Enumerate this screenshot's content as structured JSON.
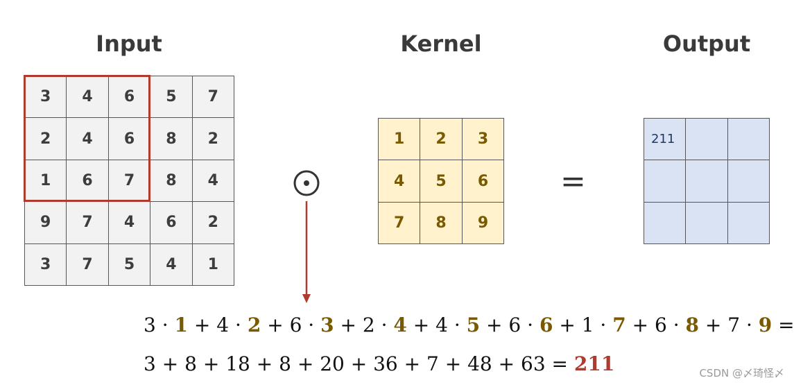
{
  "titles": {
    "input": "Input",
    "kernel": "Kernel",
    "output": "Output"
  },
  "input": [
    [
      3,
      4,
      6,
      5,
      7
    ],
    [
      2,
      4,
      6,
      8,
      2
    ],
    [
      1,
      6,
      7,
      8,
      4
    ],
    [
      9,
      7,
      4,
      6,
      2
    ],
    [
      3,
      7,
      5,
      4,
      1
    ]
  ],
  "kernel": [
    [
      1,
      2,
      3
    ],
    [
      4,
      5,
      6
    ],
    [
      7,
      8,
      9
    ]
  ],
  "output": [
    [
      "211",
      "",
      ""
    ],
    [
      "",
      "",
      ""
    ],
    [
      "",
      "",
      ""
    ]
  ],
  "operator": {
    "equals": "="
  },
  "equation": {
    "terms": [
      {
        "a": "3",
        "k": "1"
      },
      {
        "a": "4",
        "k": "2"
      },
      {
        "a": "6",
        "k": "3"
      },
      {
        "a": "2",
        "k": "4"
      },
      {
        "a": "4",
        "k": "5"
      },
      {
        "a": "6",
        "k": "6"
      },
      {
        "a": "1",
        "k": "7"
      },
      {
        "a": "6",
        "k": "8"
      },
      {
        "a": "7",
        "k": "9"
      }
    ],
    "products": [
      "3",
      "8",
      "18",
      "8",
      "20",
      "36",
      "7",
      "48",
      "63"
    ],
    "result": "211"
  },
  "watermark": "CSDN @〆琦怪〆",
  "colors": {
    "highlight": "#b03a2e",
    "kernel_fill": "#fff2cc",
    "output_fill": "#dae3f3",
    "input_fill": "#f2f2f2",
    "kernel_text": "#7a5a00"
  }
}
